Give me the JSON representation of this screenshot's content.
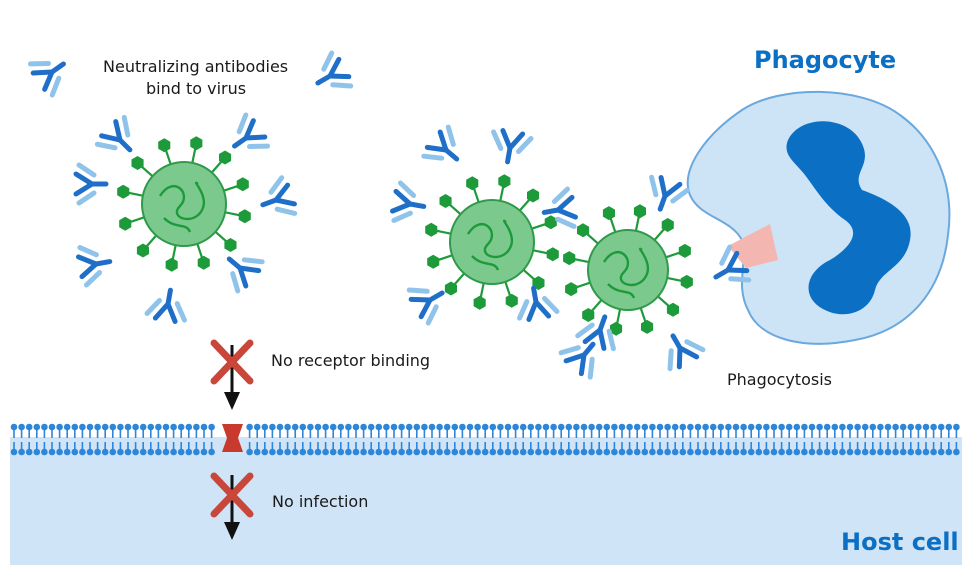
{
  "labels": {
    "antibodies_line1": "Neutralizing antibodies",
    "antibodies_line2": "bind to virus",
    "phagocyte": "Phagocyte",
    "no_receptor_binding": "No receptor binding",
    "phagocytosis": "Phagocytosis",
    "no_infection": "No infection",
    "host_cell": "Host cell"
  },
  "colors": {
    "antibody_dark": "#1f6fc9",
    "antibody_light": "#8fc3ea",
    "virus_fill": "#7cc98e",
    "virus_edge": "#2e9a4a",
    "spike": "#1d9a3a",
    "phagocyte_fill": "#cde3f6",
    "nucleus": "#0b6fc4",
    "membrane": "#2d86d8",
    "host_fill": "#cfe4f6",
    "blocked_receptor": "#c93a2e",
    "cross": "#c9463a",
    "phagocytosis_contact": "#f4b6b0",
    "accent_text": "#0b6fc4"
  }
}
